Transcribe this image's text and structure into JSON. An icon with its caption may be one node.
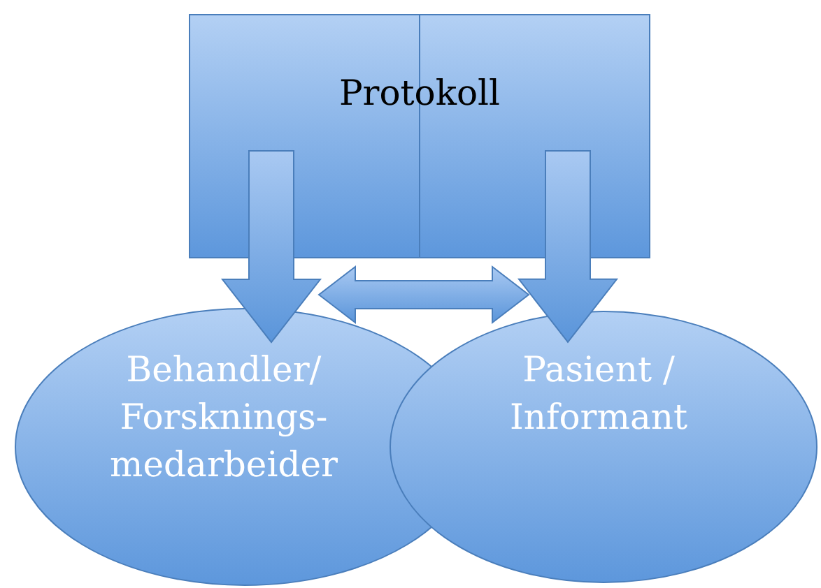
{
  "diagram": {
    "nodes": [
      {
        "text": [
          "Protokoll"
        ]
      },
      {
        "text": [
          "Behandler/ Forsknings-medarbeider"
        ]
      },
      {
        "text": [
          "Pasient / Informant"
        ]
      }
    ],
    "edges": [
      {
        "from": 0,
        "to": 1,
        "arrow": "to"
      },
      {
        "from": 0,
        "to": 2,
        "arrow": "to"
      },
      {
        "from": 1,
        "to": 2,
        "arrow": "both"
      }
    ]
  }
}
